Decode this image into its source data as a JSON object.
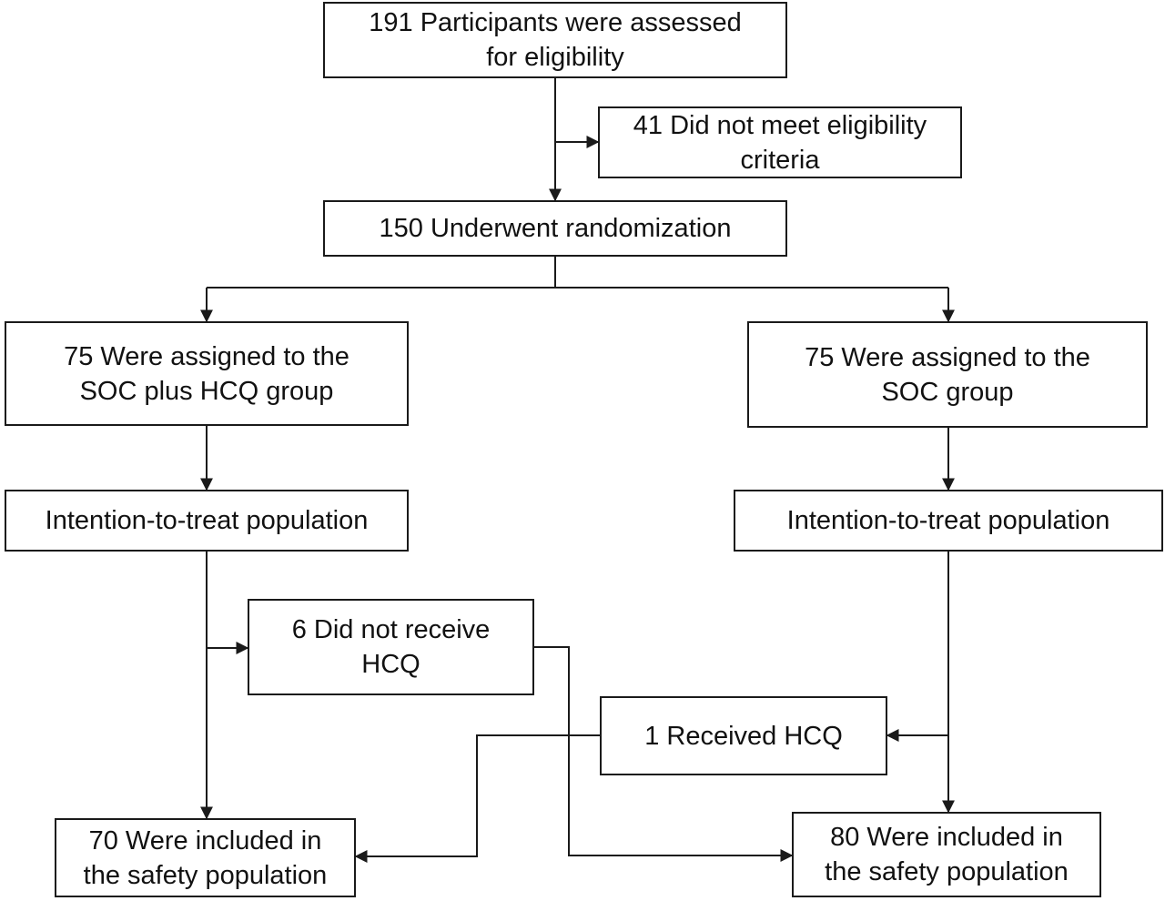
{
  "flowchart": {
    "assessed": [
      "191  Participants were assessed",
      "for eligibility"
    ],
    "excluded": [
      "41 Did not meet eligibility",
      "criteria"
    ],
    "randomized": [
      "150 Underwent randomization"
    ],
    "hcq_group": [
      "75 Were assigned to the",
      "SOC plus HCQ group"
    ],
    "soc_group": [
      "75 Were assigned to the",
      "SOC group"
    ],
    "itt_left": [
      "Intention-to-treat population"
    ],
    "itt_right": [
      "Intention-to-treat population"
    ],
    "no_hcq": [
      "6 Did not receive",
      "HCQ"
    ],
    "received_hcq": [
      "1 Received HCQ"
    ],
    "safety_left": [
      "70 Were included in",
      "the safety population"
    ],
    "safety_right": [
      "80 Were included in",
      "the safety population"
    ]
  }
}
